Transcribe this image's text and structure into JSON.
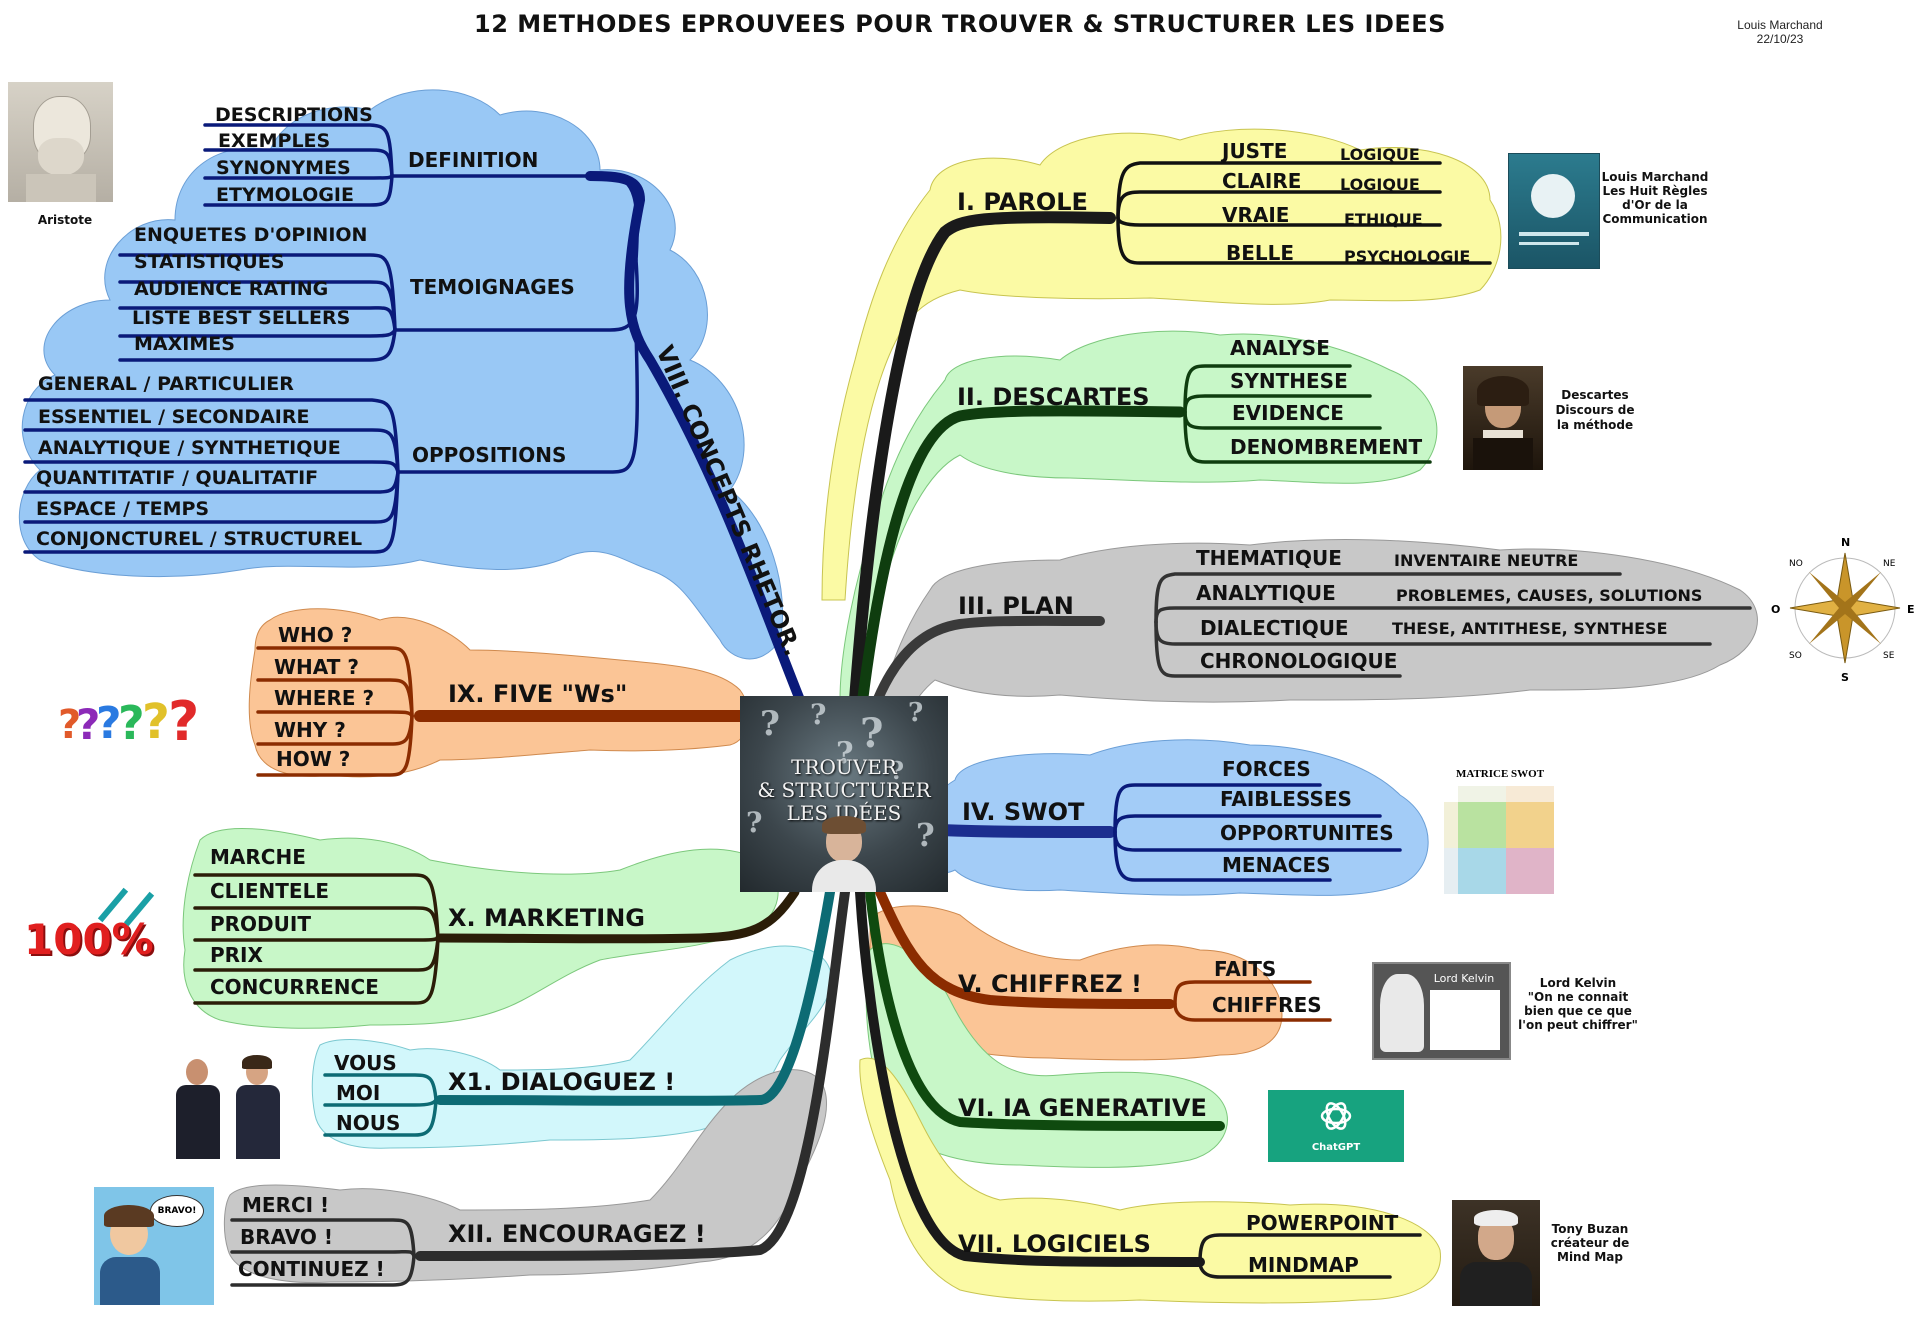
{
  "title": "12 METHODES EPROUVEES POUR TROUVER & STRUCTURER LES IDEES",
  "author": {
    "name": "Louis Marchand",
    "date": "22/10/23"
  },
  "center": {
    "line1": "TROUVER",
    "line2": "& STRUCTURER",
    "line3": "LES IDÉES"
  },
  "colors": {
    "yellow": "#fbfaa4",
    "green": "#c8f7c8",
    "gray": "#c8c8c8",
    "blue": "#99c8f5",
    "orange": "#fbc596",
    "cyan": "#d2f7fb",
    "lightblue": "#a3ccf7"
  },
  "branches": {
    "b1": {
      "label": "I. PAROLE",
      "items": [
        "JUSTE",
        "CLAIRE",
        "VRAIE",
        "BELLE"
      ],
      "subs": [
        "LOGIQUE",
        "LOGIQUE",
        "ETHIQUE",
        "PSYCHOLOGIE"
      ]
    },
    "b2": {
      "label": "II. DESCARTES",
      "items": [
        "ANALYSE",
        "SYNTHESE",
        "EVIDENCE",
        "DENOMBREMENT"
      ]
    },
    "b3": {
      "label": "III. PLAN",
      "items": [
        "THEMATIQUE",
        "ANALYTIQUE",
        "DIALECTIQUE",
        "CHRONOLOGIQUE"
      ],
      "subs": [
        "INVENTAIRE NEUTRE",
        "PROBLEMES, CAUSES, SOLUTIONS",
        "THESE, ANTITHESE, SYNTHESE"
      ]
    },
    "b4": {
      "label": "IV. SWOT",
      "items": [
        "FORCES",
        "FAIBLESSES",
        "OPPORTUNITES",
        "MENACES"
      ]
    },
    "b5": {
      "label": "V. CHIFFREZ !",
      "items": [
        "FAITS",
        "CHIFFRES"
      ]
    },
    "b6": {
      "label": "VI. IA GENERATIVE"
    },
    "b7": {
      "label": "VII. LOGICIELS",
      "items": [
        "POWERPOINT",
        "MINDMAP"
      ]
    },
    "b8": {
      "label": "VIII. CONCEPTS RHETOR.",
      "definition": {
        "label": "DEFINITION",
        "items": [
          "DESCRIPTIONS",
          "EXEMPLES",
          "SYNONYMES",
          "ETYMOLOGIE"
        ]
      },
      "temoignages": {
        "label": "TEMOIGNAGES",
        "items": [
          "ENQUETES D'OPINION",
          "STATISTIQUES",
          "AUDIENCE RATING",
          "LISTE BEST SELLERS",
          "MAXIMES"
        ]
      },
      "oppositions": {
        "label": "OPPOSITIONS",
        "items": [
          "GENERAL / PARTICULIER",
          "ESSENTIEL / SECONDAIRE",
          "ANALYTIQUE / SYNTHETIQUE",
          "QUANTITATIF / QUALITATIF",
          "ESPACE / TEMPS",
          "CONJONCTUREL / STRUCTUREL"
        ]
      }
    },
    "b9": {
      "label": "IX. FIVE \"Ws\"",
      "items": [
        "WHO ?",
        "WHAT ?",
        "WHERE ?",
        "WHY ?",
        "HOW ?"
      ]
    },
    "b10": {
      "label": "X. MARKETING",
      "items": [
        "MARCHE",
        "CLIENTELE",
        "PRODUIT",
        "PRIX",
        "CONCURRENCE"
      ]
    },
    "b11": {
      "label": "X1. DIALOGUEZ !",
      "items": [
        "VOUS",
        "MOI",
        "NOUS"
      ]
    },
    "b12": {
      "label": "XII. ENCOURAGEZ !",
      "items": [
        "MERCI !",
        "BRAVO !",
        "CONTINUEZ !"
      ]
    }
  },
  "captions": {
    "aristote": "Aristote",
    "book": [
      "Louis Marchand",
      "Les Huit Règles",
      "d'Or de la",
      "Communication"
    ],
    "descartes": [
      "Descartes",
      "Discours de",
      "la méthode"
    ],
    "kelvin": [
      "Lord Kelvin",
      "\"On ne connait",
      "bien que ce que",
      "l'on peut chiffrer\""
    ],
    "buzan": [
      "Tony Buzan",
      "créateur de",
      "Mind Map"
    ],
    "swot": "MATRICE SWOT",
    "chatgpt": "ChatGPT",
    "kelvin_plate": "Lord Kelvin",
    "bravo_bubble": "BRAVO!",
    "percent": "100%"
  },
  "compass": [
    "N",
    "S",
    "E",
    "O",
    "NE",
    "NO",
    "SE",
    "SO"
  ]
}
